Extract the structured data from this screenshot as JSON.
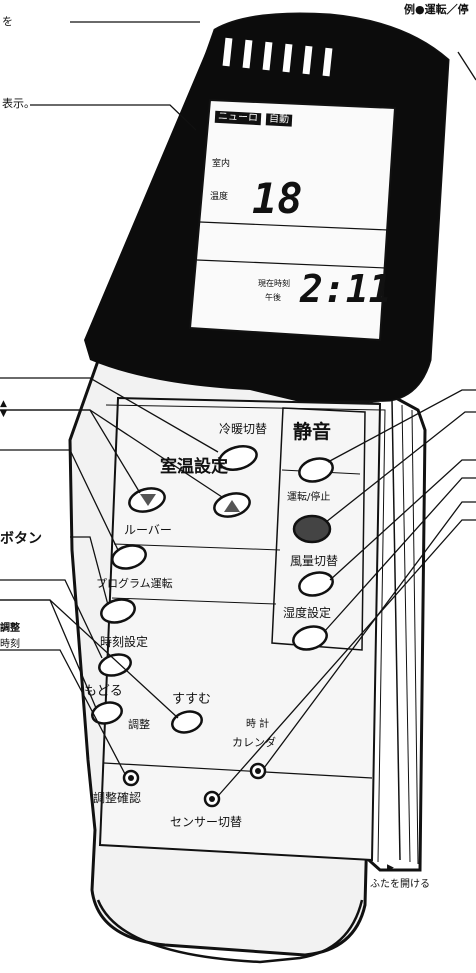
{
  "top_right_caption": "例●運転／停",
  "open_lid_caption": "ふたを開ける",
  "display": {
    "mode_badge_1": "ニューロ",
    "mode_badge_2": "自動",
    "room_label_1": "室内",
    "room_label_2": "温度",
    "temperature": "18",
    "time_label_1": "現在時刻",
    "time_label_2": "午後",
    "time": "2:11"
  },
  "buttons": {
    "reidan": "冷暖切替",
    "shitsuon": "室温設定",
    "louver": "ルーバー",
    "program": "プログラム運転",
    "jikoku": "時刻設定",
    "modoru": "もどる",
    "chosei": "調整",
    "susumu": "すすむ",
    "clock_1": "時 計",
    "clock_2": "カレンダ",
    "kakunin": "調整確認",
    "sensor": "センサー切替",
    "seion": "静音",
    "unten_1": "運転/停止",
    "furyo": "風量切替",
    "shitsudo": "湿度設定"
  },
  "callouts_left": {
    "c1": "を",
    "c2": "表示。",
    "c3": "▲\n▼",
    "c4": "ボタン",
    "c5": "調整",
    "c6": "時刻"
  }
}
